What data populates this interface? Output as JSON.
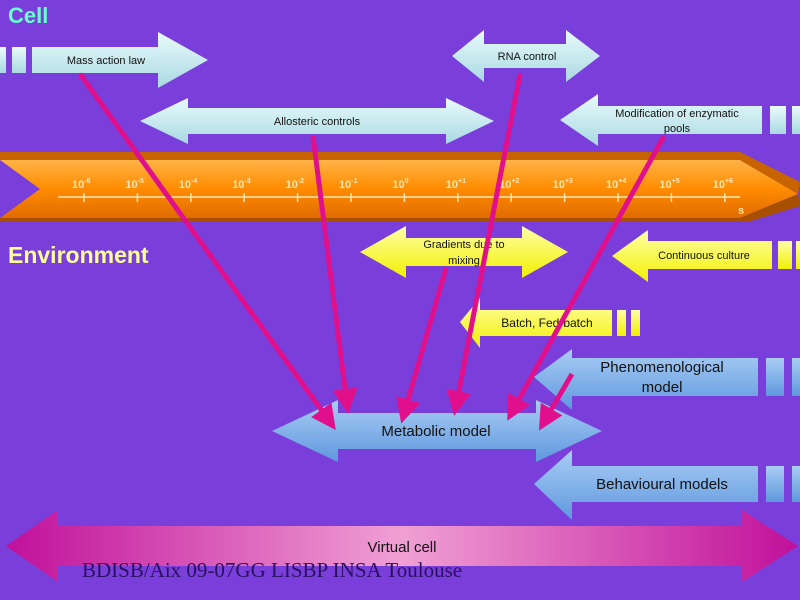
{
  "headings": {
    "cell": "Cell",
    "environment": "Environment"
  },
  "arrows": {
    "mass_action_law": "Mass action law",
    "rna_control": "RNA control",
    "allosteric_controls": "Allosteric controls",
    "modification_of_enzymatic_pools_line1": "Modification of enzymatic",
    "modification_of_enzymatic_pools_line2": "pools",
    "gradients_due_to_mixing_line1": "Gradients due to",
    "gradients_due_to_mixing_line2": "mixing",
    "continuous_culture": "Continuous culture",
    "batch_fed_batch": "Batch, Fed-batch",
    "phenomenological_model_line1": "Phenomenological",
    "phenomenological_model_line2": "model",
    "metabolic_model": "Metabolic model",
    "behavioural_models": "Behavioural models",
    "virtual_cell": "Virtual cell"
  },
  "timescale": {
    "ticks": [
      {
        "base": "10",
        "exp": "-6"
      },
      {
        "base": "10",
        "exp": "-5"
      },
      {
        "base": "10",
        "exp": "-4"
      },
      {
        "base": "10",
        "exp": "-3"
      },
      {
        "base": "10",
        "exp": "-2"
      },
      {
        "base": "10",
        "exp": "-1"
      },
      {
        "base": "10",
        "exp": "0"
      },
      {
        "base": "10",
        "exp": "+1"
      },
      {
        "base": "10",
        "exp": "+2"
      },
      {
        "base": "10",
        "exp": "+3"
      },
      {
        "base": "10",
        "exp": "+4"
      },
      {
        "base": "10",
        "exp": "+5"
      },
      {
        "base": "10",
        "exp": "+6"
      }
    ],
    "unit": "s"
  },
  "footer": "BDISB/Aix 09-07GG LISBP INSA Toulouse",
  "colors": {
    "background": "#7a3fdb",
    "cell_heading": "#66ffcc",
    "environment_heading": "#ffff99",
    "cell_arrow": "#c8ecf0",
    "env_arrow": "#ffff44",
    "model_arrow": "#6fa8e6",
    "link_arrow": "#e0108c",
    "beam": "#ff8c00",
    "tick_label": "#ffe6b0",
    "virtual_cell": "#e060b0"
  }
}
